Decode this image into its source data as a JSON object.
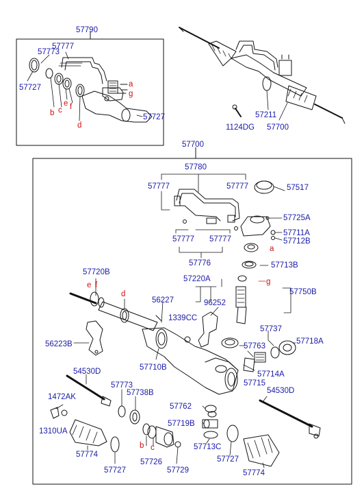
{
  "colors": {
    "part_number": "#1a1aa8",
    "letter_ref": "#cc1111",
    "line": "#111111"
  },
  "top_inset": {
    "group": "57790",
    "labels": {
      "p57773": "57773",
      "p57777": "57777",
      "p57727_left": "57727",
      "p57727_right": "57727"
    },
    "letters": {
      "a": "a",
      "g": "g",
      "b": "b",
      "c": "c",
      "e": "e",
      "f": "f",
      "d": "d"
    }
  },
  "top_assembly": {
    "p57211": "57211",
    "p1124dg": "1124DG",
    "p57700": "57700"
  },
  "main_box": {
    "title": "57700",
    "labels": {
      "p57780": "57780",
      "p57777_a": "57777",
      "p57777_b": "57777",
      "p57777_c": "57777",
      "p57777_d": "57777",
      "p57517": "57517",
      "p57725a": "57725A",
      "p57711a": "57711A",
      "p57712b": "57712B",
      "p57776": "57776",
      "p57713b": "57713B",
      "p57720b": "57720B",
      "p57220a": "57220A",
      "p57750b": "57750B",
      "p56227": "56227",
      "p96252": "96252",
      "p1339cc": "1339CC",
      "p57737": "57737",
      "p57718a": "57718A",
      "p56223b": "56223B",
      "p57763": "57763",
      "p57710b": "57710B",
      "p57714a": "57714A",
      "p57715": "57715",
      "p54530d_left": "54530D",
      "p54530d_right": "54530D",
      "p57773": "57773",
      "p57738b": "57738B",
      "p1472ak": "1472AK",
      "p57762": "57762",
      "p57719b": "57719B",
      "p1310ua": "1310UA",
      "p57713c": "57713C",
      "p57774_left": "57774",
      "p57774_right": "57774",
      "p57727_left": "57727",
      "p57726": "57726",
      "p57729": "57729",
      "p57727_right": "57727"
    },
    "letters": {
      "a": "a",
      "g": "g",
      "e": "e",
      "f": "f",
      "d": "d",
      "b": "b",
      "c": "c"
    }
  }
}
